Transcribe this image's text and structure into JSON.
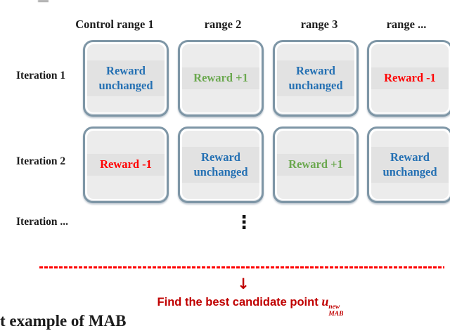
{
  "columns": [
    {
      "header": "Control range 1"
    },
    {
      "header": "range 2"
    },
    {
      "header": "range 3"
    },
    {
      "header": "range ..."
    }
  ],
  "rows": [
    {
      "label": "Iteration 1",
      "cells": [
        {
          "text": "Reward unchanged",
          "color": "#2470b3"
        },
        {
          "text": "Reward +1",
          "color": "#6ba84f"
        },
        {
          "text": "Reward unchanged",
          "color": "#2470b3"
        },
        {
          "text": "Reward -1",
          "color": "#ff0000"
        }
      ]
    },
    {
      "label": "Iteration 2",
      "cells": [
        {
          "text": "Reward -1",
          "color": "#ff0000"
        },
        {
          "text": "Reward unchanged",
          "color": "#2470b3"
        },
        {
          "text": "Reward +1",
          "color": "#6ba84f"
        },
        {
          "text": "Reward unchanged",
          "color": "#2470b3"
        }
      ]
    }
  ],
  "more_row": {
    "label": "Iteration ...",
    "ellipsis": "⋮"
  },
  "conclusion": {
    "arrow_glyph": "↓",
    "text": "Find the best candidate point ",
    "symbol": {
      "base": "u",
      "sup": "new",
      "sub": "MAB"
    },
    "color": "#c00000"
  },
  "caption": "t example of MAB",
  "colors": {
    "reward_blue": "#2470b3",
    "reward_green": "#6ba84f",
    "reward_red": "#ff0000",
    "conclusion_red": "#c00000",
    "separator_red": "#fe0000",
    "box_border": "#7e96a6",
    "box_fill": "#ececec",
    "band_fill": "#e2e2e2"
  }
}
